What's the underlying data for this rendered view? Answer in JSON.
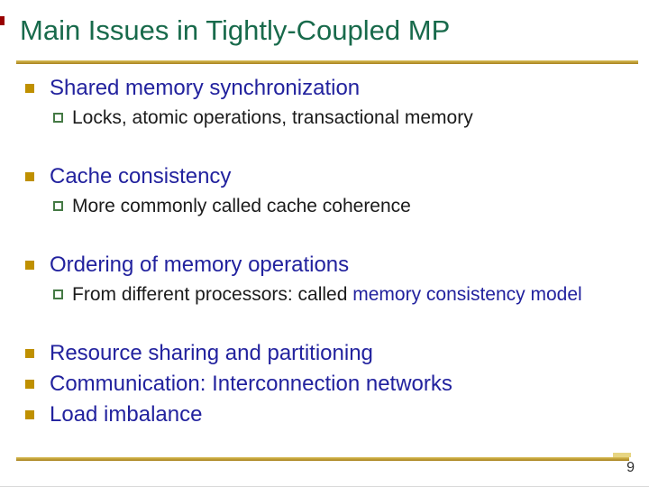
{
  "slide": {
    "title": "Main Issues in Tightly-Coupled MP",
    "page_number": "9",
    "bullets": [
      {
        "level": 1,
        "text": "Shared memory synchronization"
      },
      {
        "level": 2,
        "text": "Locks, atomic operations, transactional memory"
      },
      {
        "level": 1,
        "text": "Cache consistency"
      },
      {
        "level": 2,
        "text": "More commonly called cache coherence"
      },
      {
        "level": 1,
        "text": "Ordering of memory operations"
      },
      {
        "level": 2,
        "prefix": "From different processors: called ",
        "highlight": "memory consistency model"
      },
      {
        "level": 1,
        "text": "Resource sharing and partitioning"
      },
      {
        "level": 1,
        "text": "Communication: Interconnection networks"
      },
      {
        "level": 1,
        "text": "Load imbalance"
      }
    ],
    "icons": {
      "main_bullet": "filled-square",
      "sub_bullet": "hollow-square"
    },
    "colors": {
      "title_green": "#186a4b",
      "body_navy": "#22229e",
      "body_black": "#1b1b1b",
      "bullet_gold": "#bf9000",
      "sub_bullet_green": "#457a45",
      "rule_gold": "#bf9829",
      "edge_red": "#990000"
    }
  }
}
